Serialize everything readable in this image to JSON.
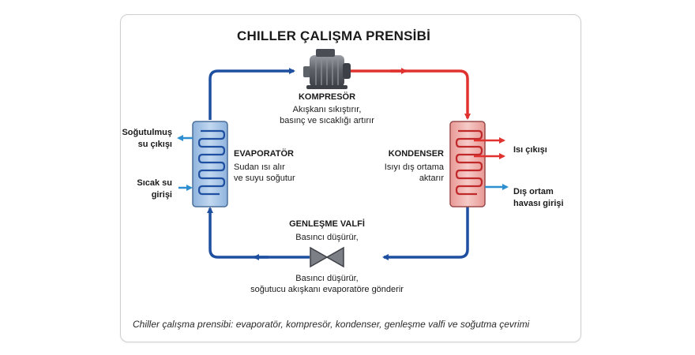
{
  "title": "CHILLER ÇALIŞMA PRENSİBİ",
  "compressor": {
    "label": "KOMPRESÖR",
    "desc_line1": "Akışkanı sıkıştırır,",
    "desc_line2": "basınç ve sıcaklığı artırır"
  },
  "evaporator": {
    "label": "EVAPORATÖR",
    "desc_line1": "Sudan ısı alır",
    "desc_line2": "ve suyu soğutur"
  },
  "condenser": {
    "label": "KONDENSER",
    "desc_line1": "Isıyı dış ortama",
    "desc_line2": "aktarır"
  },
  "expansion_valve": {
    "label": "GENLEŞME VALFİ",
    "desc_top": "Basıncı düşürür,",
    "desc_line1": "Basıncı düşürür,",
    "desc_line2": "soğutucu akışkanı evaporatöre gönderir"
  },
  "side_labels": {
    "chilled_out_1": "Soğutulmuş",
    "chilled_out_2": "su çıkışı",
    "warm_in_1": "Sıcak su",
    "warm_in_2": "girişi",
    "heat_out": "Isı çıkışı",
    "ambient_in_1": "Dış ortam",
    "ambient_in_2": "havası girişi"
  },
  "caption": "Chiller çalışma prensibi: evaporatör, kompresör, kondenser, genleşme valfi ve soğutma çevrimi",
  "colors": {
    "cold_line": "#1f4fa0",
    "hot_line": "#e0322f",
    "water_arrow": "#2e8fd0",
    "evaporator_fill": "#a9c7e8",
    "condenser_fill": "#f1b6b3"
  }
}
